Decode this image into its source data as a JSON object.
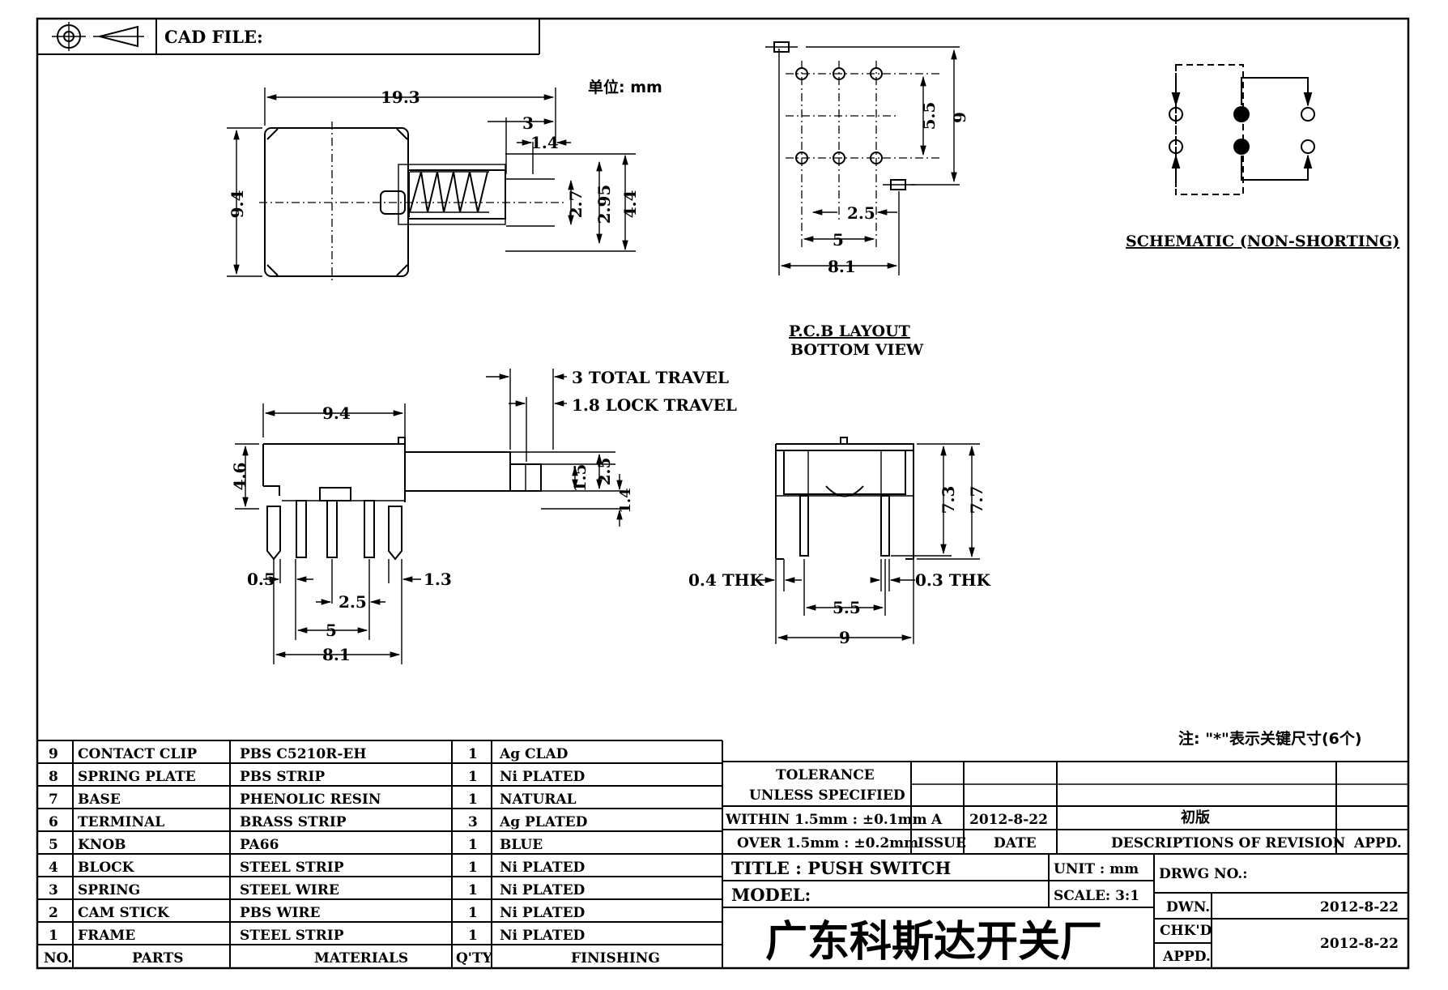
{
  "header": {
    "cad_label": "CAD FILE:"
  },
  "unit_note": "单位: mm",
  "top_view": {
    "width": "19.3",
    "height": "9.4",
    "dim_3": "3",
    "dim_1_4": "1.4",
    "dim_2_7": "2.7",
    "dim_2_95": "2.95",
    "dim_4_4": "4.4"
  },
  "pcb": {
    "dim_5_5": "5.5",
    "dim_9": "9",
    "dim_2_5": "2.5",
    "dim_5": "5",
    "dim_8_1": "8.1",
    "title_line1": "P.C.B LAYOUT",
    "title_line2": "BOTTOM VIEW"
  },
  "schematic": {
    "title": "SCHEMATIC (NON-SHORTING)"
  },
  "side_view": {
    "total_travel": "3 TOTAL TRAVEL",
    "lock_travel": "1.8 LOCK TRAVEL",
    "dim_9_4": "9.4",
    "dim_4_6": "4.6",
    "dim_1_5": "1.5",
    "dim_2_5v": "2.5",
    "dim_1_4": "1.4",
    "dim_0_5": "0.5",
    "dim_1_3": "1.3",
    "dim_2_5": "2.5",
    "dim_5": "5",
    "dim_8_1": "8.1"
  },
  "front_view": {
    "dim_7_3": "7.3",
    "dim_7_7": "7.7",
    "thk_left": "0.4 THK",
    "thk_right": "0.3 THK",
    "dim_5_5": "5.5",
    "dim_9": "9"
  },
  "note": "注: \"*\"表示关键尺寸(6个)",
  "bom": {
    "rows": [
      {
        "no": "9",
        "part": "CONTACT CLIP",
        "material": "PBS C5210R-EH",
        "qty": "1",
        "finish": "Ag CLAD"
      },
      {
        "no": "8",
        "part": "SPRING PLATE",
        "material": "PBS STRIP",
        "qty": "1",
        "finish": "Ni PLATED"
      },
      {
        "no": "7",
        "part": "BASE",
        "material": "PHENOLIC RESIN",
        "qty": "1",
        "finish": "NATURAL"
      },
      {
        "no": "6",
        "part": "TERMINAL",
        "material": "BRASS STRIP",
        "qty": "3",
        "finish": "Ag PLATED"
      },
      {
        "no": "5",
        "part": "KNOB",
        "material": "PA66",
        "qty": "1",
        "finish": "BLUE"
      },
      {
        "no": "4",
        "part": "BLOCK",
        "material": "STEEL STRIP",
        "qty": "1",
        "finish": "Ni PLATED"
      },
      {
        "no": "3",
        "part": "SPRING",
        "material": "STEEL WIRE",
        "qty": "1",
        "finish": "Ni PLATED"
      },
      {
        "no": "2",
        "part": "CAM STICK",
        "material": "PBS WIRE",
        "qty": "1",
        "finish": "Ni PLATED"
      },
      {
        "no": "1",
        "part": "FRAME",
        "material": "STEEL STRIP",
        "qty": "1",
        "finish": "Ni PLATED"
      }
    ],
    "header": {
      "no": "NO.",
      "part": "PARTS",
      "material": "MATERIALS",
      "qty": "Q'TY",
      "finish": "FINISHING"
    }
  },
  "title_block": {
    "tolerance": "TOLERANCE",
    "unless": "UNLESS SPECIFIED",
    "within": "WITHIN 1.5mm : ±0.1mm",
    "over": "OVER 1.5mm : ±0.2mm",
    "issue_value": "A",
    "date_value": "2012-8-22",
    "revision_value": "初版",
    "issue_label": "ISSUE",
    "date_label": "DATE",
    "desc_label": "DESCRIPTIONS OF REVISION",
    "appd_label": "APPD.",
    "title": "TITLE : PUSH SWITCH",
    "model": "MODEL:",
    "unit": "UNIT : mm",
    "scale": "SCALE: 3:1",
    "drwg_no": "DRWG NO.:",
    "dwn": "DWN.",
    "chkd": "CHK'D",
    "appd": "APPD.",
    "dwn_date": "2012-8-22",
    "chk_date": "2012-8-22",
    "company": "广东科斯达开关厂"
  }
}
